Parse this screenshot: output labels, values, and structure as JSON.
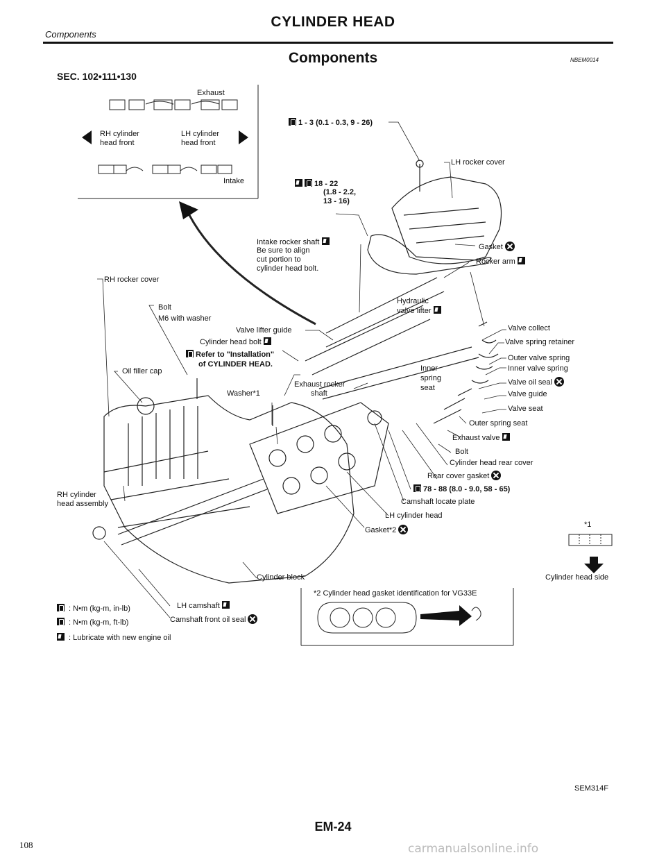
{
  "header": {
    "section": "Components",
    "title": "CYLINDER HEAD",
    "subtitle": "Components",
    "ref_code": "NBEM0014"
  },
  "sec": "SEC. 102•111•130",
  "inset": {
    "exhaust": "Exhaust",
    "rh_front": [
      "RH cylinder",
      "head front"
    ],
    "lh_front": [
      "LH cylinder",
      "head front"
    ],
    "intake": "Intake"
  },
  "callouts": {
    "torque_top": "1 - 3 (0.1 - 0.3, 9 - 26)",
    "lh_rocker_cover": "LH rocker cover",
    "torque_mid": [
      "18 - 22",
      "(1.8 - 2.2,",
      "13 - 16)"
    ],
    "gasket": "Gasket",
    "rocker_arm": "Rocker arm",
    "intake_rocker_shaft": [
      "Intake rocker shaft",
      "Be sure to align",
      "cut portion to",
      "cylinder head bolt."
    ],
    "rh_rocker_cover": "RH rocker cover",
    "hydraulic_lifter": [
      "Hydraulic",
      "valve lifter"
    ],
    "bolt_m6": [
      "Bolt",
      "M6 with washer"
    ],
    "valve_lifter_guide": "Valve lifter guide",
    "cylinder_head_bolt": "Cylinder head bolt",
    "refer_installation": [
      "Refer to \"Installation\"",
      "of CYLINDER HEAD."
    ],
    "oil_filler_cap": "Oil filler cap",
    "valve_collect": "Valve collect",
    "valve_spring_retainer": "Valve spring retainer",
    "outer_valve_spring": "Outer valve spring",
    "inner_valve_spring": "Inner valve spring",
    "inner_spring_seat": [
      "Inner",
      "spring",
      "seat"
    ],
    "valve_oil_seal": "Valve oil seal",
    "valve_guide": "Valve guide",
    "valve_seat": "Valve seat",
    "exhaust_rocker_shaft": [
      "Exhaust rocker",
      "shaft"
    ],
    "washer1": "Washer*1",
    "outer_spring_seat": "Outer spring seat",
    "exhaust_valve": "Exhaust valve",
    "bolt": "Bolt",
    "head_rear_cover": "Cylinder head rear cover",
    "rear_cover_gasket": "Rear cover gasket",
    "torque_bottom": "78 - 88 (8.0 - 9.0, 58 - 65)",
    "camshaft_locate_plate": "Camshaft locate plate",
    "lh_cylinder_head": "LH cylinder head",
    "gasket2": "Gasket*2",
    "rh_head_assembly": [
      "RH cylinder",
      "head assembly"
    ],
    "cylinder_block": "Cylinder block",
    "lh_camshaft": "LH camshaft",
    "camshaft_front_oil_seal": "Camshaft front oil seal",
    "star1": "*1",
    "cylinder_head_side": "Cylinder head side",
    "gasket_id_title": "*2 Cylinder head gasket identification for VG33E"
  },
  "legend": [
    "N•m (kg-m, in-lb)",
    "N•m (kg-m, ft-lb)",
    "Lubricate with new engine oil"
  ],
  "footer": {
    "sem": "SEM314F",
    "page_code": "EM-24",
    "page_number": "108",
    "watermark": "carmanualsonline.info"
  }
}
